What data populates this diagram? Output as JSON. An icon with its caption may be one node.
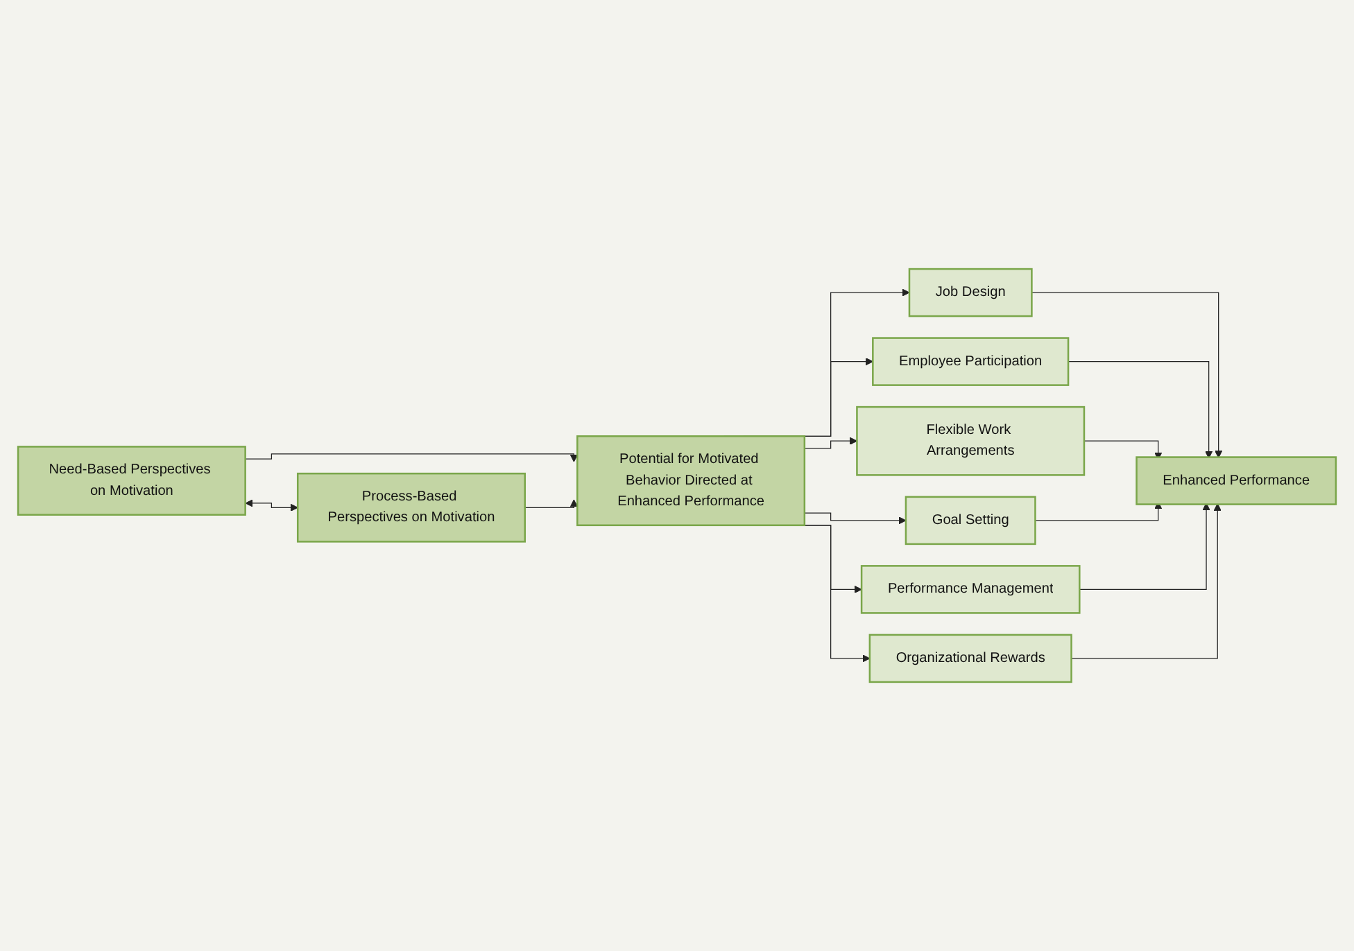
{
  "diagram": {
    "nodes": [
      {
        "text": [
          "Need-Based Perspectives on Motivation"
        ]
      },
      {
        "text": [
          "Process-Based Perspectives on Motivation"
        ]
      },
      {
        "text": [
          "Potential for Motivated Behavior Directed at Enhanced Performance"
        ]
      },
      {
        "text": [
          "Job Design"
        ]
      },
      {
        "text": [
          "Employee Participation"
        ]
      },
      {
        "text": [
          "Flexible Work Arrangements"
        ]
      },
      {
        "text": [
          "Goal Setting"
        ]
      },
      {
        "text": [
          "Performance Management"
        ]
      },
      {
        "text": [
          "Organizational Rewards"
        ]
      },
      {
        "text": [
          "Enhanced Performance"
        ]
      }
    ],
    "edges": [
      {
        "from": 0,
        "to": 2,
        "arrow": "to"
      },
      {
        "from": 1,
        "to": 2,
        "arrow": "to"
      },
      {
        "from": 0,
        "to": 1,
        "arrow": "both"
      },
      {
        "from": 2,
        "to": 3,
        "arrow": "to"
      },
      {
        "from": 2,
        "to": 4,
        "arrow": "to"
      },
      {
        "from": 2,
        "to": 5,
        "arrow": "to"
      },
      {
        "from": 2,
        "to": 6,
        "arrow": "to"
      },
      {
        "from": 2,
        "to": 7,
        "arrow": "to"
      },
      {
        "from": 2,
        "to": 8,
        "arrow": "to"
      },
      {
        "from": 3,
        "to": 9,
        "arrow": "to"
      },
      {
        "from": 4,
        "to": 9,
        "arrow": "to"
      },
      {
        "from": 5,
        "to": 9,
        "arrow": "to"
      },
      {
        "from": 6,
        "to": 9,
        "arrow": "to"
      },
      {
        "from": 7,
        "to": 9,
        "arrow": "to"
      },
      {
        "from": 8,
        "to": 9,
        "arrow": "to"
      }
    ]
  }
}
